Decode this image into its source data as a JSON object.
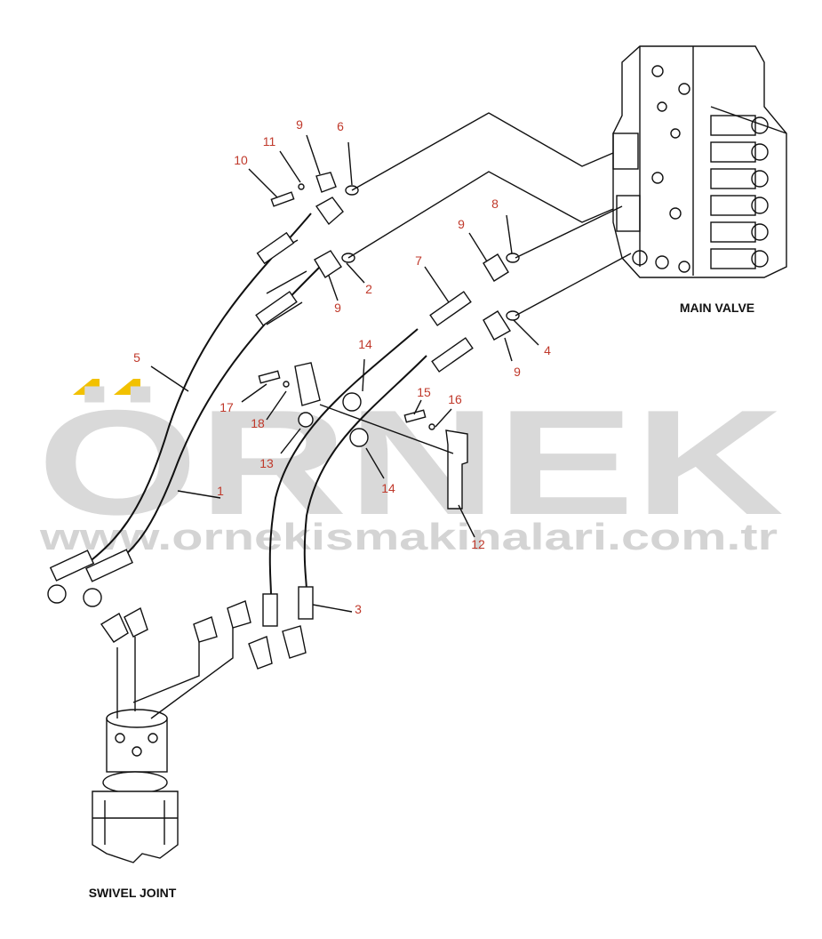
{
  "watermark": {
    "brand": "ÖRNEK",
    "url": "www.ornekismakinalari.com.tr",
    "accent_color": "#f2c100",
    "text_color": "#d9d9d9"
  },
  "assemblies": {
    "main_valve": "MAIN VALVE",
    "swivel_joint": "SWIVEL JOINT"
  },
  "callouts": {
    "c1": "1",
    "c2": "2",
    "c3": "3",
    "c4": "4",
    "c5": "5",
    "c6": "6",
    "c7": "7",
    "c8": "8",
    "c9a": "9",
    "c9b": "9",
    "c9c": "9",
    "c9d": "9",
    "c10": "10",
    "c11": "11",
    "c12": "12",
    "c13": "13",
    "c14a": "14",
    "c14b": "14",
    "c15": "15",
    "c16": "16",
    "c17": "17",
    "c18": "18"
  },
  "colors": {
    "callout": "#c0392b",
    "line": "#111111"
  }
}
